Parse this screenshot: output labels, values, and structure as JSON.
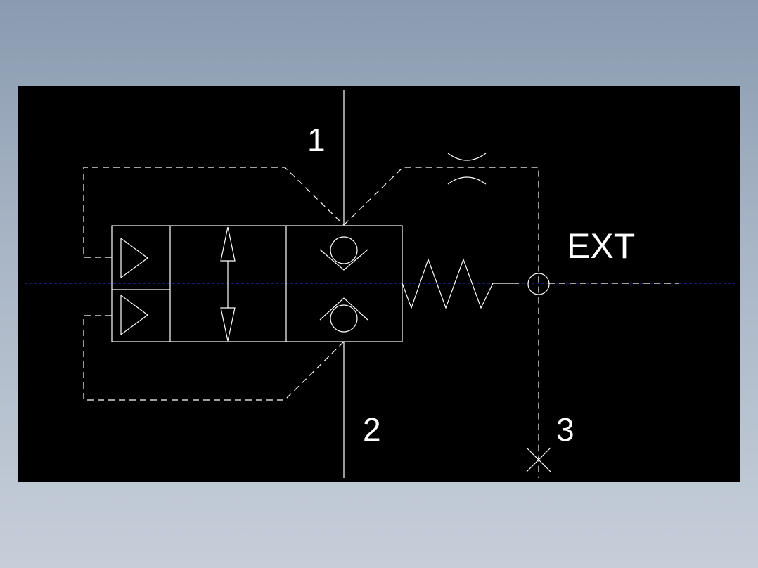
{
  "diagram": {
    "port_labels": {
      "p1": "1",
      "p2": "2",
      "p3": "3"
    },
    "ext_label": "EXT",
    "colors": {
      "background": "#000000",
      "line": "#ffffff",
      "centerline": "#2a3bd6"
    }
  }
}
